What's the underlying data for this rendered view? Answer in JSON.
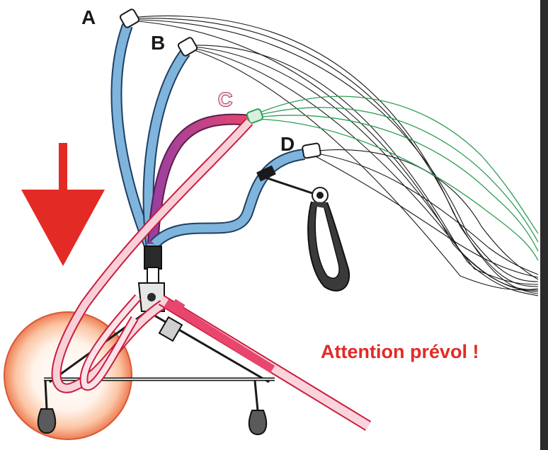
{
  "riser_labels": {
    "a": "A",
    "b": "B",
    "c": "C",
    "d": "D"
  },
  "warning_text": "Attention prévol !",
  "colors": {
    "riser_blue": "#7fb4dc",
    "riser_c_red": "#e8466e",
    "line_black": "#1a1a1a",
    "line_green": "#2e9e55",
    "arrow_red": "#e32a25",
    "warning_red": "#e32a25",
    "highlight_circle": "#f08a60"
  }
}
